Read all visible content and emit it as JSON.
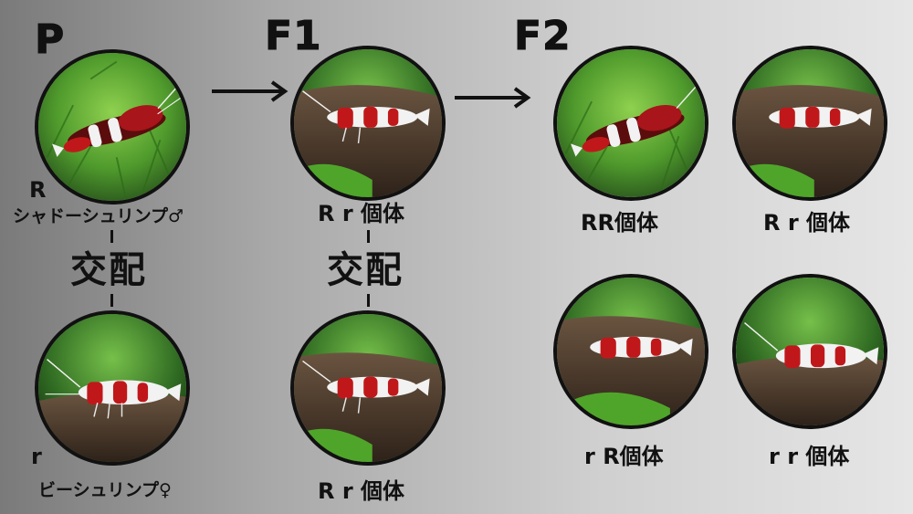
{
  "generations": {
    "p": "P",
    "f1": "F1",
    "f2": "F2"
  },
  "parents": {
    "male": {
      "gene": "R",
      "name": "シャドーシュリンプ♂"
    },
    "female": {
      "gene": "r",
      "name": "ビーシュリンプ♀"
    },
    "cross": "交配"
  },
  "f1": {
    "top_label": "R r 個体",
    "bottom_label": "R r 個体",
    "cross": "交配"
  },
  "f2": {
    "labels": [
      "RR個体",
      "R r 個体",
      "r R個体",
      "r r 個体"
    ]
  },
  "colors": {
    "text": "#111111",
    "shrimp_red": "#c0181a",
    "shrimp_white": "#f2f2f2",
    "moss_green": "#4e8c2a",
    "rock_brown": "#4a3a2a"
  },
  "icons": [
    "shrimp-photo",
    "arrow-right-icon"
  ]
}
